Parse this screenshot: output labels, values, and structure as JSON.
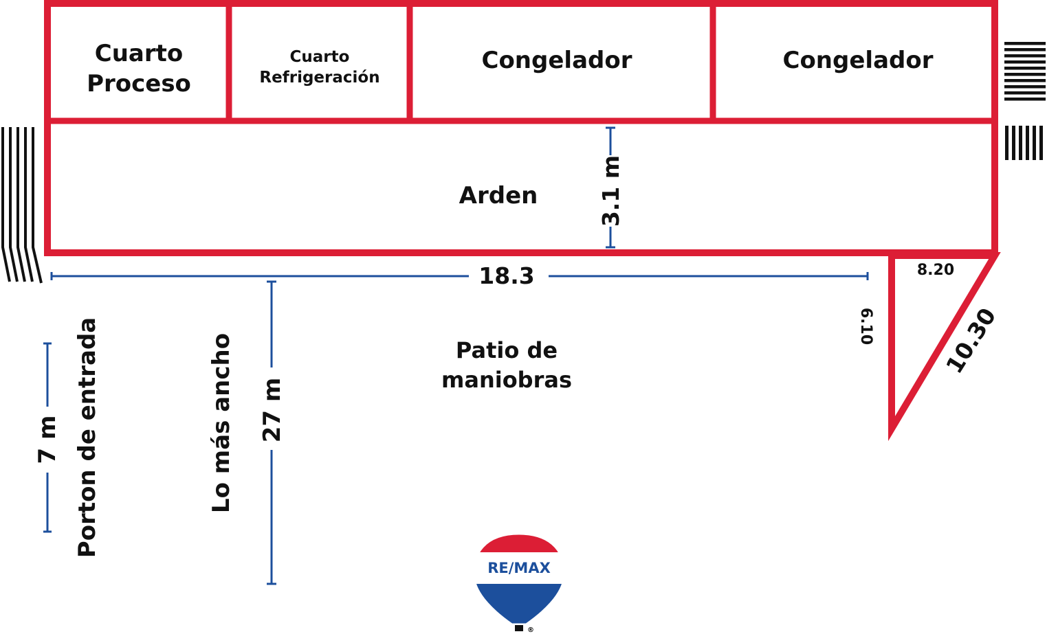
{
  "colors": {
    "wall": "#dc1e35",
    "dimension": "#1c4f9c",
    "text": "#111111",
    "logo_red": "#dc1e35",
    "logo_blue": "#1c4f9c"
  },
  "rooms": {
    "cuarto_proceso_line1": "Cuarto",
    "cuarto_proceso_line2": "Proceso",
    "cuarto_refrigeracion_line1": "Cuarto",
    "cuarto_refrigeracion_line2": "Refrigeración",
    "congelador_1": "Congelador",
    "congelador_2": "Congelador",
    "anden": "Arden",
    "patio_line1": "Patio de",
    "patio_line2": "maniobras"
  },
  "dimensions": {
    "anden_depth": "3.1 m",
    "length": "18.3",
    "triangle_top": "8.20",
    "triangle_side": "6.10",
    "triangle_hypotenuse": "10.30",
    "widest": "27 m",
    "gate_width": "7 m"
  },
  "side_labels": {
    "widest_label": "Lo más ancho",
    "gate_label": "Porton de entrada"
  },
  "logo": {
    "brand": "RE/MAX",
    "registered_mark": "®"
  }
}
